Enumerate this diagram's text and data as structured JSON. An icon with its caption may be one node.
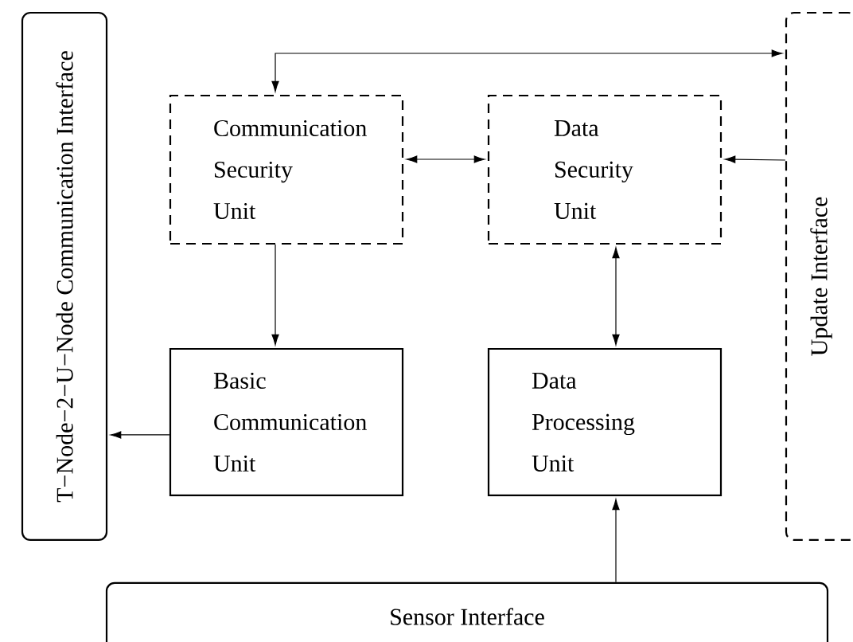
{
  "diagram": {
    "nodes": [
      {
        "text": [
          "T−Node−2−U−Node Communication Interface"
        ]
      },
      {
        "text": [
          "Update Interface"
        ]
      },
      {
        "text": [
          "Communication Security Unit"
        ]
      },
      {
        "text": [
          "Data Security Unit"
        ]
      },
      {
        "text": [
          "Basic Communication Unit"
        ]
      },
      {
        "text": [
          "Data Processing Unit"
        ]
      },
      {
        "text": [
          "Sensor Interface"
        ]
      }
    ],
    "edges": [
      {
        "from": 2,
        "to": 1,
        "arrow": "both"
      },
      {
        "from": 2,
        "to": 3,
        "arrow": "both"
      },
      {
        "from": 1,
        "to": 3,
        "arrow": "to"
      },
      {
        "from": 2,
        "to": 4,
        "arrow": "to"
      },
      {
        "from": 3,
        "to": 5,
        "arrow": "both"
      },
      {
        "from": 4,
        "to": 0,
        "arrow": "to"
      },
      {
        "from": 6,
        "to": 5,
        "arrow": "to"
      }
    ]
  }
}
